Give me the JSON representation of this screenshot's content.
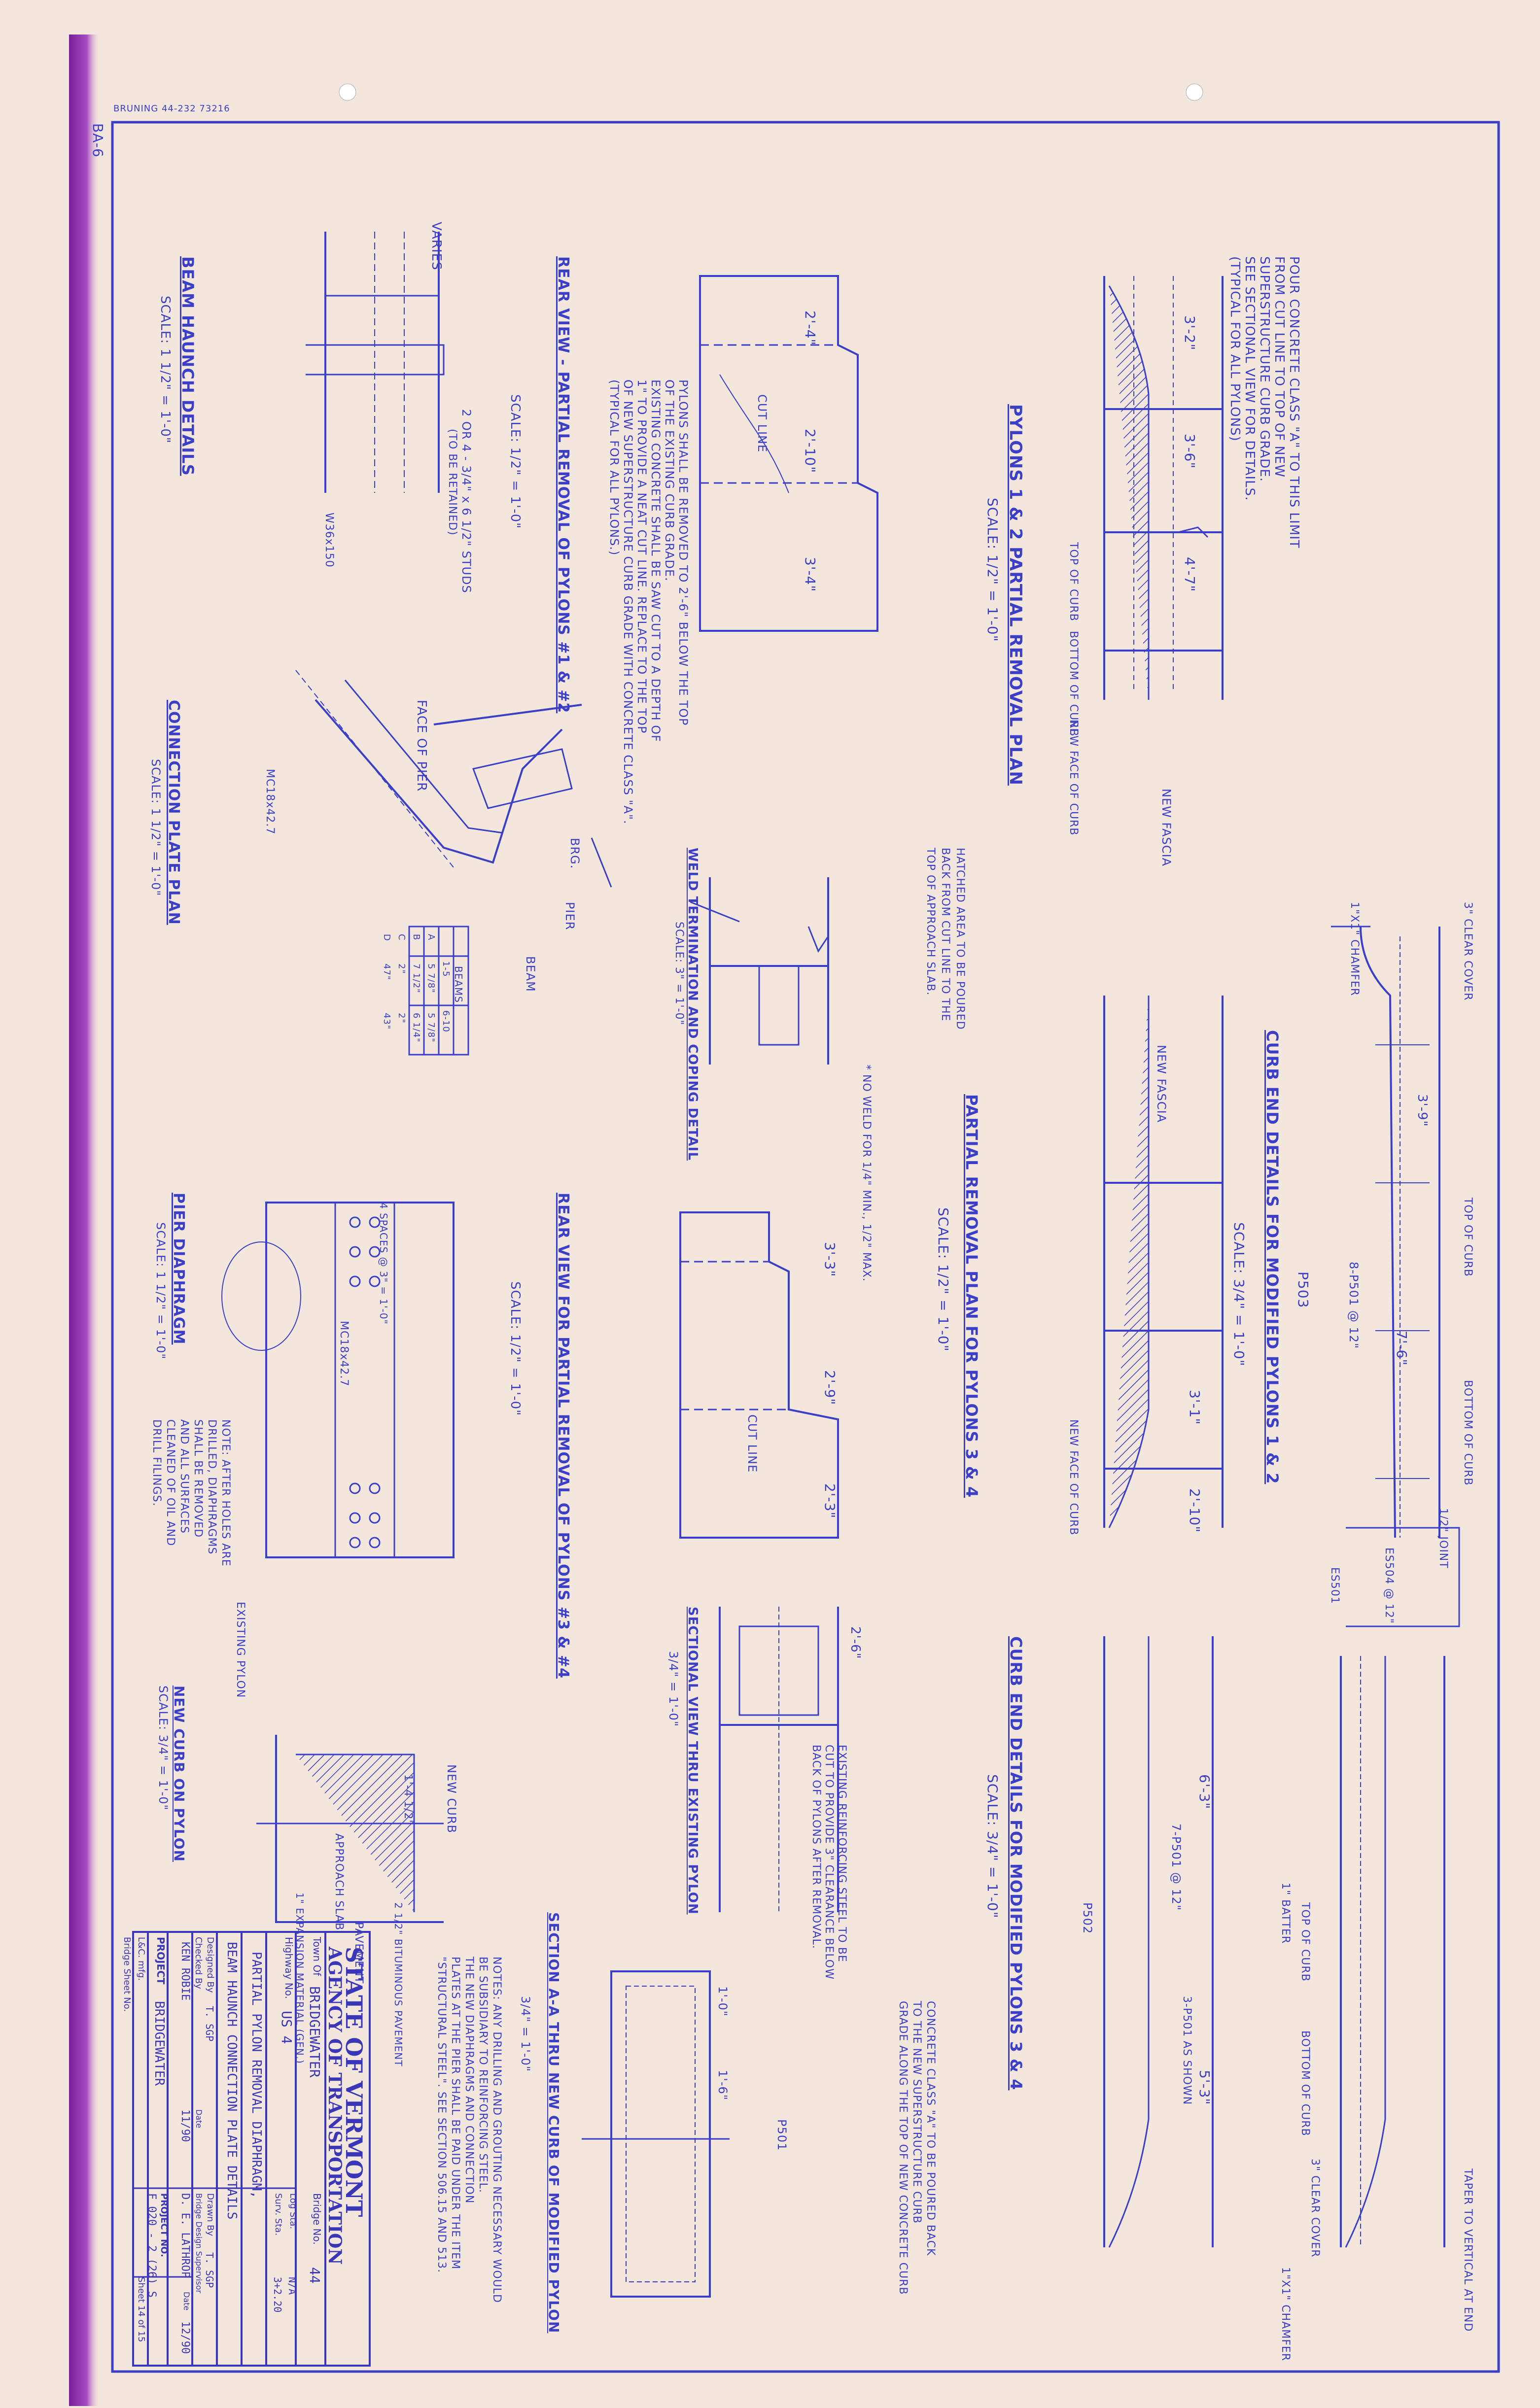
{
  "sheet": {
    "stamp_ba": "BA-6",
    "printer": "BRUNING 44-232 73216"
  },
  "title_block": {
    "state": "STATE OF VERMONT",
    "agency": "AGENCY OF TRANSPORTATION",
    "town_label": "Town Of",
    "town": "BRIDGEWATER",
    "bridge_no_label": "Bridge No.",
    "bridge_no": "44",
    "highway_label": "Highway No.",
    "highway": "US 4",
    "log_sta_label": "Log Sta.",
    "log_sta": "N/A",
    "surv_sta_label": "Surv. Sta.",
    "surv_sta": "3+2.20",
    "desc1": "PARTIAL PYLON REMOVAL DIAPHRAGM,",
    "desc2": "BEAM HAUNCH CONNECTION PLATE DETAILS",
    "designed_label": "Designed By",
    "designed": "T. SGP",
    "drawn_label": "Drawn By",
    "drawn": "T. SGP",
    "checked_label": "Checked By",
    "checked": "KEN ROBIE",
    "bds_label": "Bridge Design Supervisor",
    "bds": "D. E. LATHROP",
    "date_label": "Date",
    "date1": "11/90",
    "date2": "12/90",
    "project_label": "PROJECT",
    "project": "BRIDGEWATER",
    "project_no_label": "PROJECT NO.",
    "project_no": "F 020 - 2 (26) S",
    "lgc_label": "L&C. mfg.",
    "sheet_label": "Sheet 14 of 15",
    "bridge_sheet_label": "Bridge Sheet No."
  },
  "views": {
    "pylons12": "PYLONS 1 & 2 PARTIAL REMOVAL PLAN",
    "pylons12_scale": "SCALE: 1/2\" = 1'-0\"",
    "curb12": "CURB END DETAILS FOR MODIFIED PYLONS 1 & 2",
    "curb12_scale": "SCALE: 3/4\" = 1'-0\"",
    "rear12": "REAR VIEW - PARTIAL REMOVAL OF PYLONS #1 & #2",
    "rear12_scale": "SCALE: 1/2\" = 1'-0\"",
    "haunch": "BEAM HAUNCH DETAILS",
    "haunch_scale": "SCALE: 1 1/2\" = 1'-0\"",
    "conn": "CONNECTION PLATE PLAN",
    "conn_scale": "SCALE: 1 1/2\" = 1'-0\"",
    "weld": "WELD TERMINATION AND COPING DETAIL",
    "weld_scale": "SCALE: 3\" = 1'-0\"",
    "pr34": "PARTIAL REMOVAL PLAN FOR PYLONS 3 & 4",
    "pr34_scale": "SCALE: 1/2\" = 1'-0\"",
    "rear34": "REAR VIEW FOR PARTIAL REMOVAL OF PYLONS #3 & #4",
    "rear34_scale": "SCALE: 1/2\" = 1'-0\"",
    "pier": "PIER DIAPHRAGM",
    "pier_scale": "SCALE: 1 1/2\" = 1'-0\"",
    "sect": "SECTIONAL VIEW THRU EXISTING PYLON",
    "sect_scale": "3/4\" = 1'-0\"",
    "curb34": "CURB END DETAILS FOR MODIFIED PYLONS 3 & 4",
    "curb34_scale": "SCALE: 3/4\" = 1'-0\"",
    "newcurb": "NEW CURB ON PYLON",
    "newcurb_scale": "SCALE: 3/4\" = 1'-0\"",
    "sectaa": "SECTION A-A THRU NEW CURB OF MODIFIED PYLON",
    "sectaa_scale": "3/4\" = 1'-0\""
  },
  "notes": {
    "pour1": "POUR CONCRETE CLASS \"A\" TO THIS LIMIT",
    "pour2": "FROM CUT LINE TO TOP OF NEW",
    "pour3": "SUPERSTRUCTURE CURB GRADE.",
    "pour4": "SEE SECTIONAL VIEW FOR DETAILS.",
    "pour5": "(TYPICAL FOR ALL PYLONS)",
    "pyl1": "PYLONS SHALL BE REMOVED TO 2'-6\" BELOW THE TOP",
    "pyl2": "OF THE EXISTING CURB GRADE.",
    "pyl3": "EXISTING CONCRETE SHALL BE SAW CUT TO A DEPTH OF",
    "pyl4": "1\" TO PROVIDE A NEAT CUT LINE. REPLACE TO THE TOP",
    "pyl5": "OF NEW SUPERSTRUCTURE CURB GRADE WITH CONCRETE CLASS \"A\".",
    "pyl6": "(TYPICAL FOR ALL PYLONS.)",
    "hatch1": "HATCHED AREA TO BE POURED",
    "hatch2": "BACK FROM CUT LINE TO THE",
    "hatch3": "TOP OF APPROACH SLAB.",
    "drill1": "NOTES: ANY DRILLING AND GROUTING NECESSARY WOULD",
    "drill2": "BE SUBSIDIARY TO REINFORCING STEEL.",
    "drill3": "THE NEW DIAPHRAGMS AND CONNECTION",
    "drill4": "PLATES AT THE PIER SHALL BE PAID UNDER THE ITEM",
    "drill5": "\"STRUCTURAL STEEL\". SEE SECTION 506.15 AND 513.",
    "after1": "NOTE: AFTER HOLES ARE",
    "after2": "DRILLED, DIAPHRAGMS",
    "after3": "SHALL BE REMOVED",
    "after4": "AND ALL SURFACES",
    "after5": "CLEANED OF OIL AND",
    "after6": "DRILL FILINGS.",
    "steel1": "EXISTING REINFORCING STEEL TO BE",
    "steel2": "CUT TO PROVIDE 3\" CLEARANCE BELOW",
    "steel3": "BACK OF PYLONS AFTER REMOVAL.",
    "pourcc1": "CONCRETE CLASS \"A\" TO BE POURED BACK",
    "pourcc2": "TO THE NEW SUPERSTRUCTURE CURB",
    "pourcc3": "GRADE ALONG THE TOP OF NEW CONCRETE CURB"
  },
  "labels": {
    "top_curb": "TOP OF CURB",
    "bottom_curb": "BOTTOM OF CURB",
    "new_face": "NEW FACE OF CURB",
    "new_fascia": "NEW FASCIA",
    "cut_line": "CUT LINE",
    "face_pier": "FACE OF PIER",
    "beam": "BEAM",
    "pier": "PIER",
    "brg": "BRG.",
    "new_curb": "NEW CURB",
    "approach_slab": "APPROACH SLAB",
    "existing_pylon": "EXISTING PYLON",
    "pavement": "PAVEMENT",
    "clear_cover": "3\" CLEAR COVER",
    "taper": "TAPER TO VERTICAL AT END",
    "chamfer": "1\"X1\" CHAMFER",
    "batter": "1\" BATTER",
    "joint": "1/2\" JOINT",
    "p503": "P503",
    "p502": "P502",
    "p501": "P501",
    "es501": "ES501",
    "es504": "ES504 @ 12\"",
    "bar1": "8-P501 @ 12\"",
    "bar2": "7-P501 @ 12\"",
    "bar3": "3-P501 AS SHOWN",
    "studs": "2 OR 4 - 3/4\" x 6 1/2\" STUDS",
    "retain": "(TO BE RETAINED)",
    "varies": "VARIES",
    "w36": "W36x150",
    "mc18": "MC18x42.7",
    "spaces": "4 SPACES @ 3\" = 1'-0\"",
    "expansion": "1\" EXPANSION MATERIAL (GEN.)",
    "bituminous": "2 1/2\" BITUMINOUS PAVEMENT",
    "no_weld": "* NO WELD FOR 1/4\" MIN., 1/2\" MAX."
  },
  "dims": {
    "d1": "3'-2\"",
    "d2": "3'-6\"",
    "d3": "4'-7\"",
    "d4": "2'-4\"",
    "d5": "2'-10\"",
    "d6": "3'-4\"",
    "d7": "3'-9\"",
    "d8": "7'-6\"",
    "d9": "3'-3\"",
    "d10": "2'-9\"",
    "d11": "2'-3\"",
    "d12": "2'-6\"",
    "d13": "6'-3\"",
    "d14": "5'-3\"",
    "d15": "3'-1\"",
    "d16": "2'-10\"",
    "d17": "1'-0\"",
    "d18": "1'-6\"",
    "d19": "1'-4 1/2\""
  },
  "beam_table": {
    "header": "BEAMS",
    "sub1": "1-5",
    "sub2": "6-10",
    "rows": [
      {
        "k": "A",
        "v1": "5 7/8\"",
        "v2": "5 7/8\""
      },
      {
        "k": "B",
        "v1": "7 1/2\"",
        "v2": "6 1/4\""
      },
      {
        "k": "C",
        "v1": "2\"",
        "v2": "2\""
      },
      {
        "k": "D",
        "v1": "47\"",
        "v2": "43\""
      }
    ]
  },
  "colors": {
    "ink": "#3b3fc7",
    "paper": "#f3e6dc",
    "border_band": "#8e2fa8"
  }
}
